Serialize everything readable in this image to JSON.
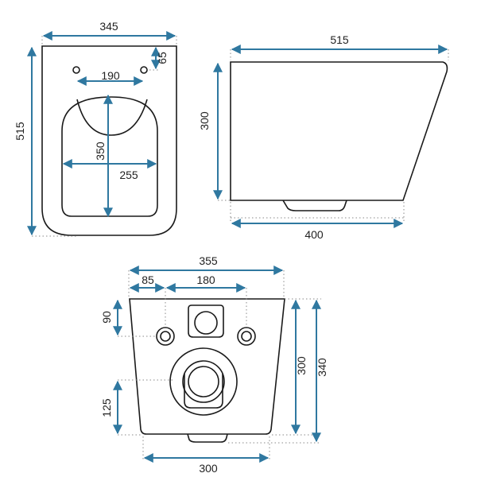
{
  "colors": {
    "outline": "#1a1a1a",
    "dimension_line": "#2f78a0",
    "extension_line": "#8a8a8a",
    "text": "#222222"
  },
  "top_view": {
    "width": "345",
    "length": "515",
    "offset": "65",
    "hole_spacing": "190",
    "seat_length": "350",
    "seat_width": "255"
  },
  "side_view": {
    "length": "515",
    "height": "300",
    "base": "400"
  },
  "rear_view": {
    "width": "355",
    "hole_offset": "85",
    "hole_spacing": "180",
    "top_offset": "90",
    "outlet_height": "125",
    "height_inner": "300",
    "height_total": "340",
    "base_width": "300"
  }
}
